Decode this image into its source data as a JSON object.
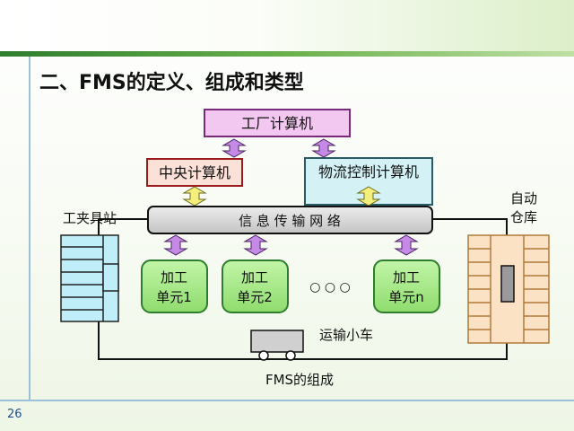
{
  "slide": {
    "title": "二、FMS的定义、组成和类型",
    "page_number": "26"
  },
  "diagram": {
    "factory_computer": "工厂计算机",
    "central_computer": "中央计算机",
    "logistics_computer": "物流控制计算机",
    "network_label": "信 息 传 输 网 络",
    "fixture_station": "工夹具站",
    "auto_warehouse_line1": "自动",
    "auto_warehouse_line2": "仓库",
    "unit1_line1": "加工",
    "unit1_line2": "单元1",
    "unit2_line1": "加工",
    "unit2_line2": "单元2",
    "unitn_line1": "加工",
    "unitn_line2": "单元n",
    "ellipsis": "○ ○ ○",
    "transport_cart": "运输小车",
    "caption": "FMS的组成"
  },
  "colors": {
    "factory_fill": "#f3c8f0",
    "factory_border": "#7a2a7a",
    "central_fill": "#fbe1d8",
    "central_border": "#9a1b1b",
    "logistics_fill": "#d4f2f6",
    "logistics_border": "#2a5a66",
    "network_fill": "#d6d6d6",
    "unit_fill": "#a6ec8a",
    "unit_border": "#2e7d2e",
    "fixture_fill": "#bfeef9",
    "warehouse_fill": "#fbe2c4",
    "warehouse_border": "#b07a3a",
    "arrow_purple": "#c48ae6",
    "arrow_yellow": "#f4ee7a"
  }
}
